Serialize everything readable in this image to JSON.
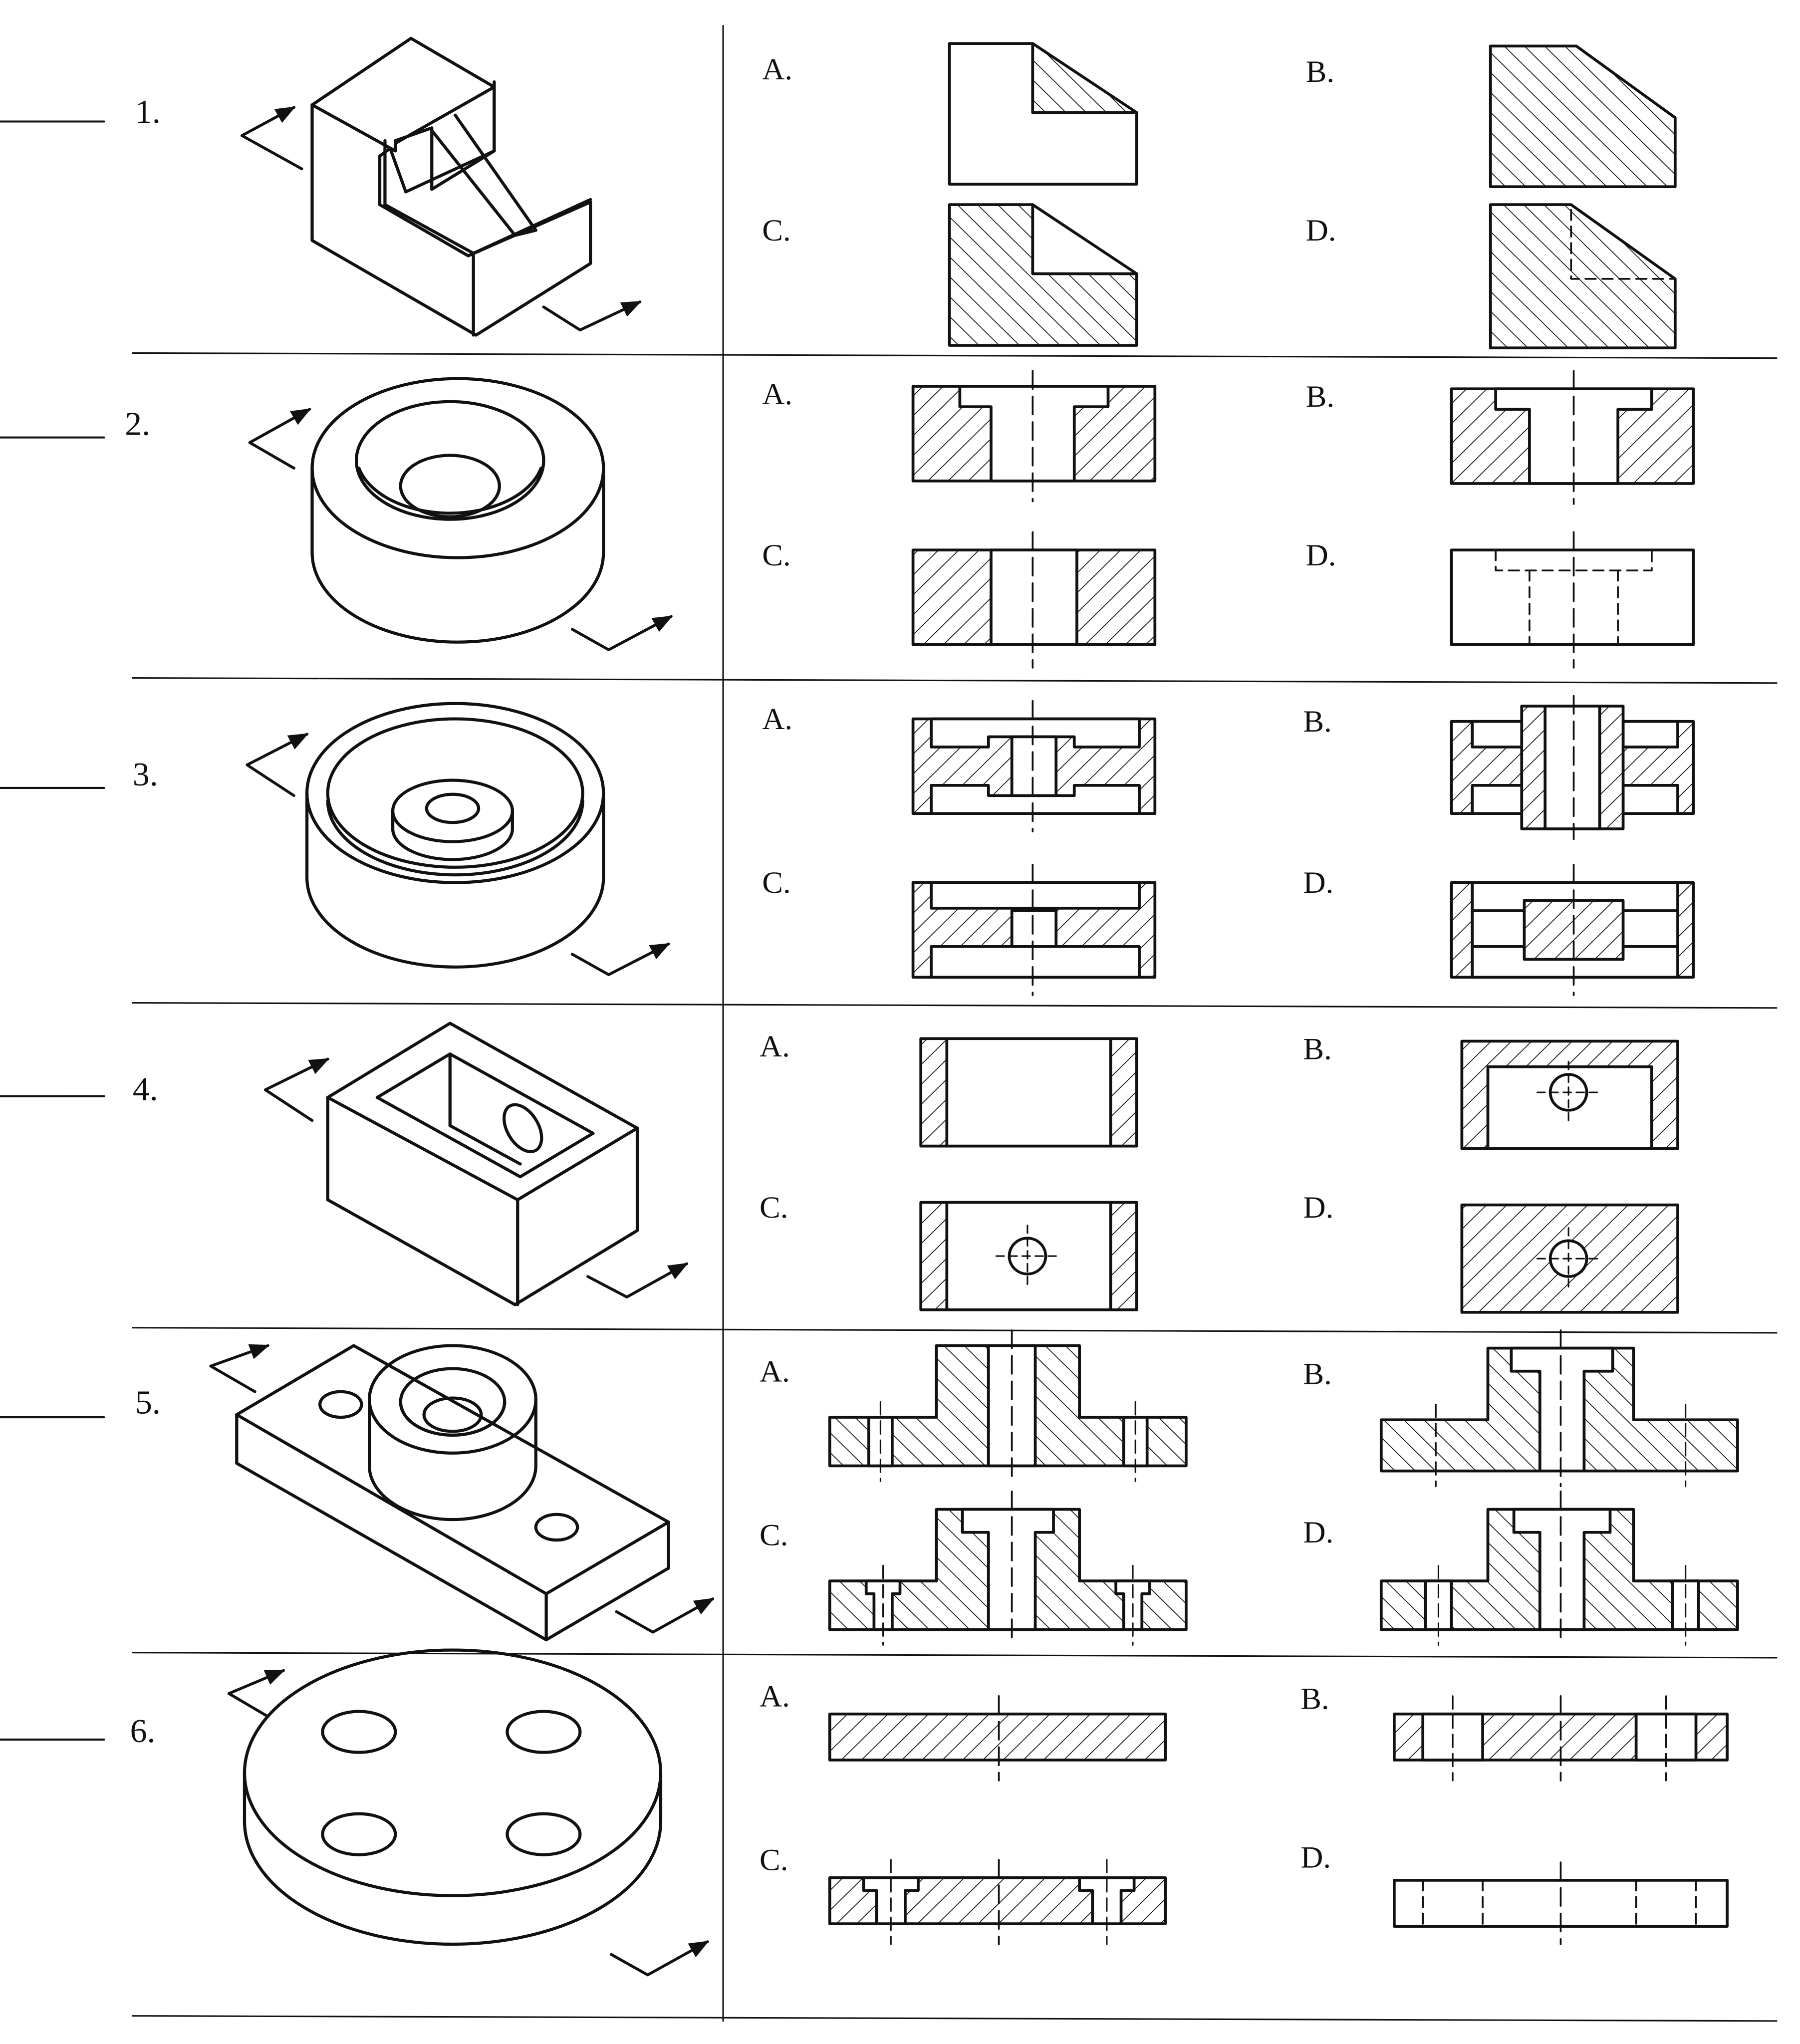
{
  "questions": [
    {
      "number": "1.",
      "options": [
        "A.",
        "B.",
        "C.",
        "D."
      ]
    },
    {
      "number": "2.",
      "options": [
        "A.",
        "B.",
        "C.",
        "D."
      ]
    },
    {
      "number": "3.",
      "options": [
        "A.",
        "B.",
        "C.",
        "D."
      ]
    },
    {
      "number": "4.",
      "options": [
        "A.",
        "B.",
        "C.",
        "D."
      ]
    },
    {
      "number": "5.",
      "options": [
        "A.",
        "B.",
        "C.",
        "D."
      ]
    },
    {
      "number": "6.",
      "options": [
        "A.",
        "B.",
        "C.",
        "D."
      ]
    }
  ]
}
